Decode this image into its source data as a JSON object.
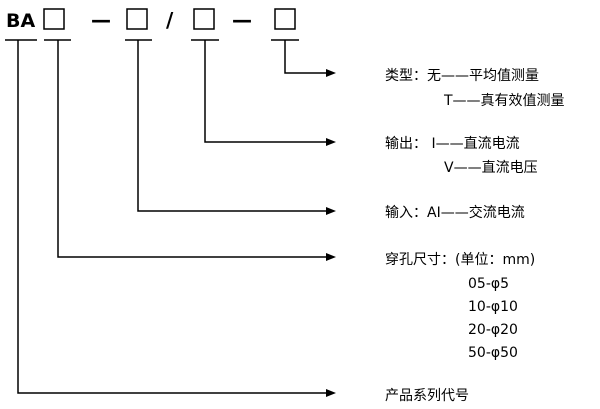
{
  "code": {
    "prefix": "BA",
    "sep_1": "—",
    "sep_2": "/",
    "sep_3": "—"
  },
  "callouts": {
    "type": {
      "line1": "类型：无——平均值测量",
      "line2": "T——真有效值测量"
    },
    "output": {
      "line1": "输出： I——直流电流",
      "line2": "V——直流电压"
    },
    "input": {
      "line1": "输入：AI——交流电流"
    },
    "aperture": {
      "title": "穿孔尺寸：(单位：mm)",
      "options": [
        "05-φ5",
        "10-φ10",
        "20-φ20",
        "50-φ50"
      ]
    },
    "series": {
      "line1": "产品系列代号"
    }
  }
}
